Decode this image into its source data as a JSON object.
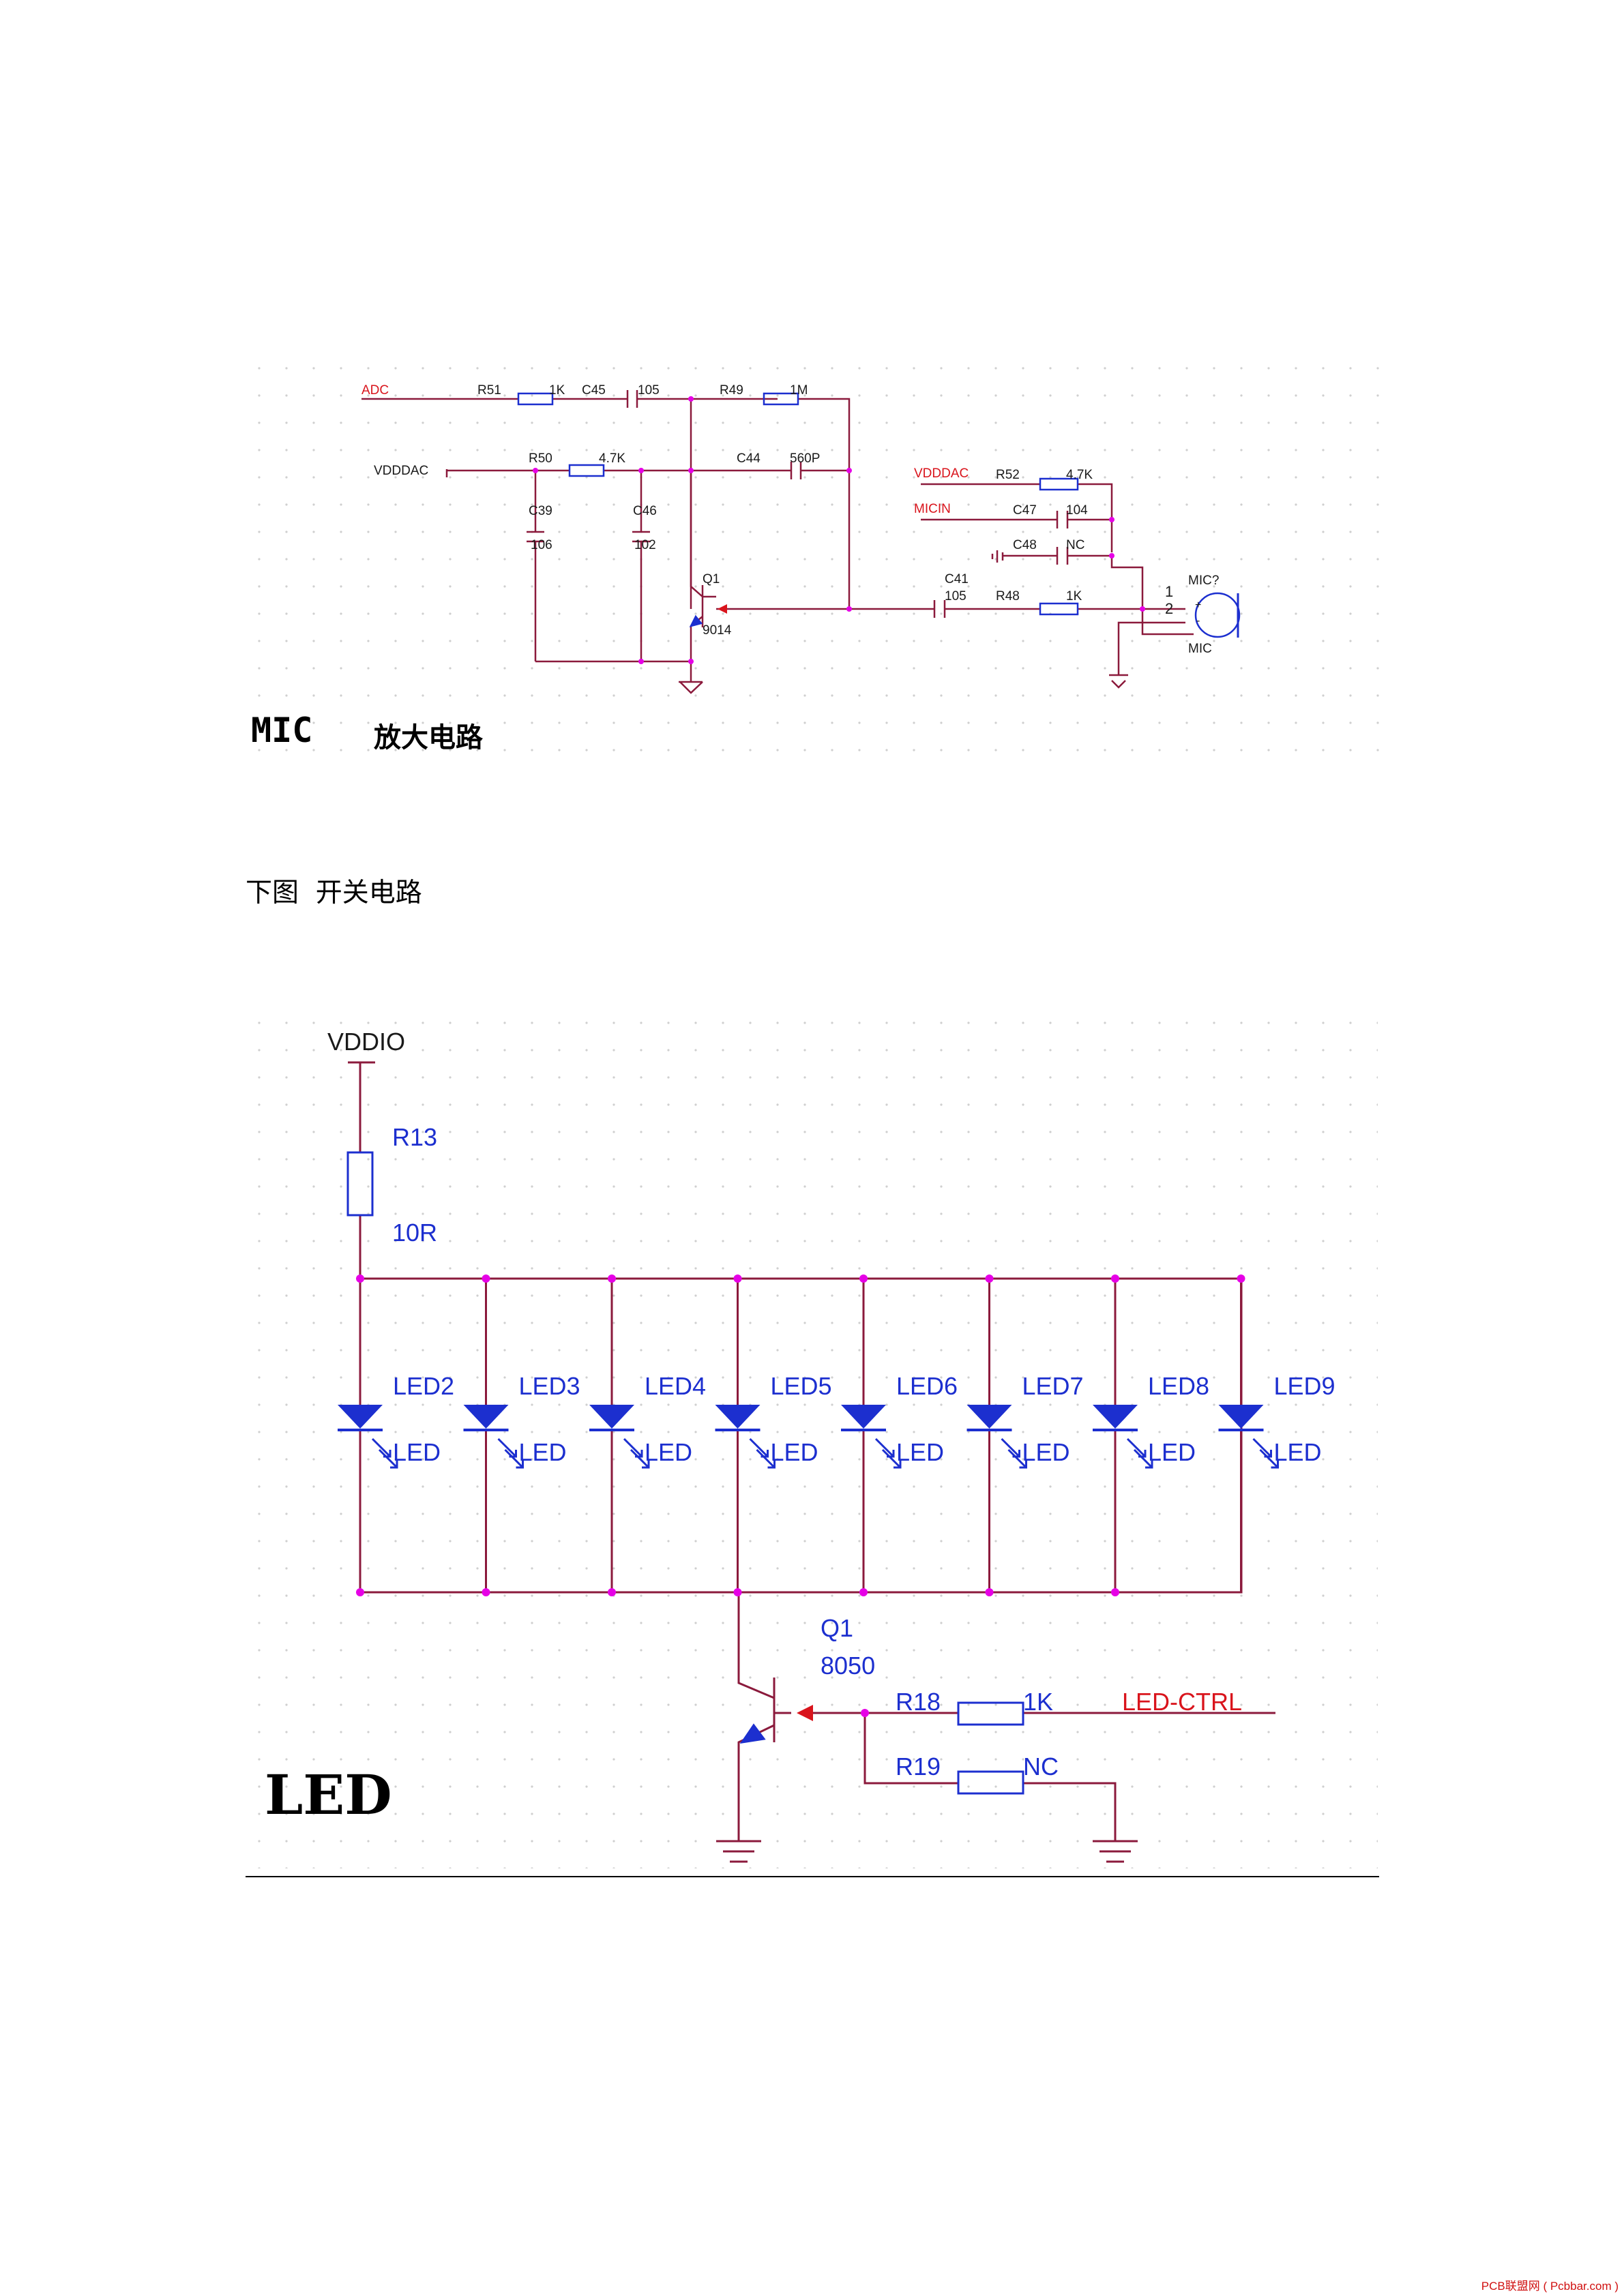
{
  "mic_circuit": {
    "labels": {
      "adc": "ADC",
      "vdddac_left": "VDDDAC",
      "vdddac_right": "VDDDAC",
      "micin": "MICIN",
      "r51": "R51",
      "r51_val": "1K",
      "c45": "C45",
      "c45_val": "105",
      "r49": "R49",
      "r49_val": "1M",
      "r50": "R50",
      "r50_val": "4.7K",
      "c44": "C44",
      "c44_val": "560P",
      "c39": "C39",
      "c39_val": "106",
      "c46": "C46",
      "c46_val": "102",
      "q1": "Q1",
      "q1_val": "9014",
      "r52": "R52",
      "r52_val": "4.7K",
      "c47": "C47",
      "c47_val": "104",
      "c48": "C48",
      "c48_val": "NC",
      "c41": "C41",
      "c41_val": "105",
      "r48": "R48",
      "r48_val": "1K",
      "pin1": "1",
      "pin2": "2",
      "mic_ref": "MIC?",
      "mic_name": "MIC",
      "plus": "+",
      "minus": "-"
    },
    "title_latin": "MIC",
    "title_cjk": "放大电路"
  },
  "caption": "下图  开关电路",
  "led_circuit": {
    "vddio": "VDDIO",
    "r13": "R13",
    "r13_val": "10R",
    "leds": [
      {
        "ref": "LED2",
        "type": "LED"
      },
      {
        "ref": "LED3",
        "type": "LED"
      },
      {
        "ref": "LED4",
        "type": "LED"
      },
      {
        "ref": "LED5",
        "type": "LED"
      },
      {
        "ref": "LED6",
        "type": "LED"
      },
      {
        "ref": "LED7",
        "type": "LED"
      },
      {
        "ref": "LED8",
        "type": "LED"
      },
      {
        "ref": "LED9",
        "type": "LED"
      }
    ],
    "q1": "Q1",
    "q1_val": "8050",
    "r18": "R18",
    "r18_val": "1K",
    "r19": "R19",
    "r19_val": "NC",
    "led_ctrl": "LED-CTRL",
    "title": "LED"
  },
  "footer": "PCB联盟网 ( Pcbbar.com )",
  "colors": {
    "wire": "#8b1a3c",
    "junction": "#e600e6",
    "component_blue": "#1c2fcf",
    "net_red": "#d9141c",
    "grid_dot": "#cfcfcf",
    "text_dark": "#1a1a1a"
  }
}
